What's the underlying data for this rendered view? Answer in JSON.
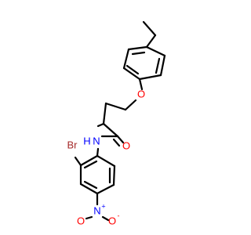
{
  "molecule": {
    "atoms": {
      "oxygen_ether": "O",
      "oxygen_carbonyl": "O",
      "nitrogen_amide": "N",
      "hydrogen_amide": "H",
      "bromine": "Br",
      "nitrogen_nitro": "N",
      "nitro_charge_plus": "+",
      "oxygen_nitro_left": "O",
      "oxygen_nitro_right": "O",
      "nitro_charge_minus": "-"
    },
    "colors": {
      "carbon_bond": "#000000",
      "oxygen": "#ff0000",
      "nitrogen": "#0000ff",
      "bromine": "#a52a2a"
    }
  }
}
